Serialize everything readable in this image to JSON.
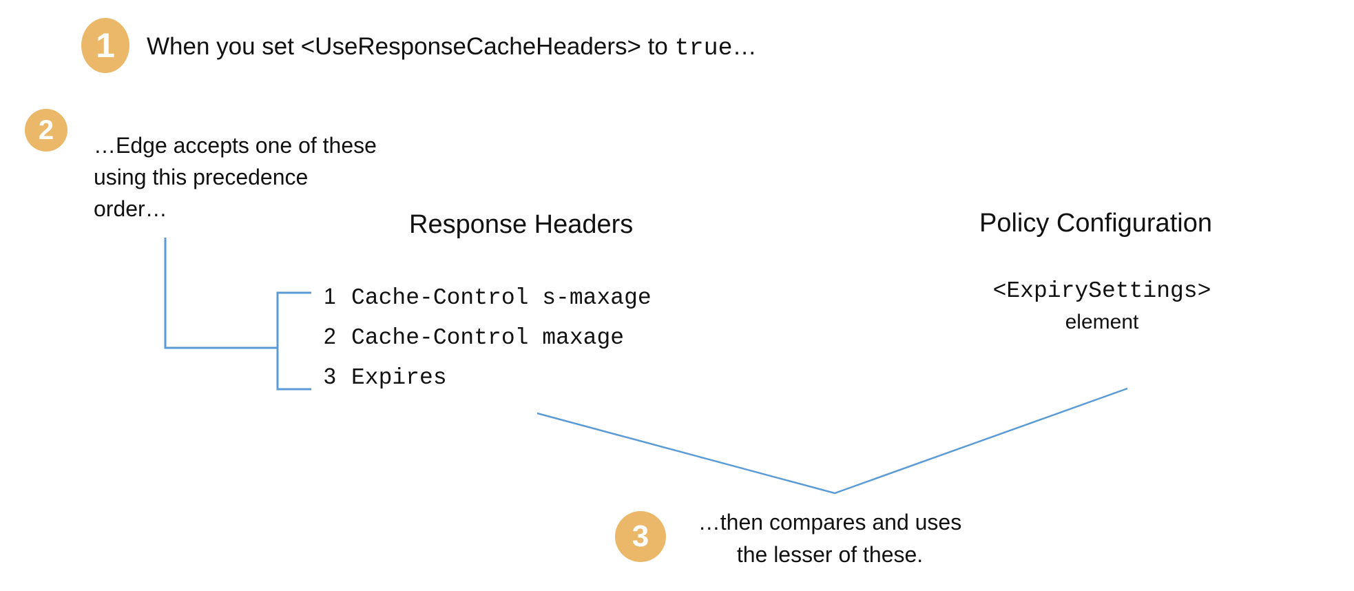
{
  "colors": {
    "badge_fill": "#eab868",
    "badge_text": "#ffffff",
    "connector_line": "#5b9bd5",
    "text": "#111111",
    "background": "#ffffff"
  },
  "steps": [
    {
      "number": "1",
      "text_prefix": "When you set <UseResponseCacheHeaders> to ",
      "text_mono": "true",
      "text_suffix": "…"
    },
    {
      "number": "2",
      "line1": "…Edge accepts one of these",
      "line2": "using this precedence",
      "line3": "order…"
    },
    {
      "number": "3",
      "line1": "…then compares and uses",
      "line2": "the lesser of these."
    }
  ],
  "columns": {
    "response_headers": {
      "heading": "Response Headers",
      "items": [
        {
          "number": "1",
          "value": "Cache-Control s-maxage"
        },
        {
          "number": "2",
          "value": "Cache-Control maxage"
        },
        {
          "number": "3",
          "value": "Expires"
        }
      ]
    },
    "policy_configuration": {
      "heading": "Policy Configuration",
      "element_tag": "<ExpirySettings>",
      "element_word": "element"
    }
  }
}
